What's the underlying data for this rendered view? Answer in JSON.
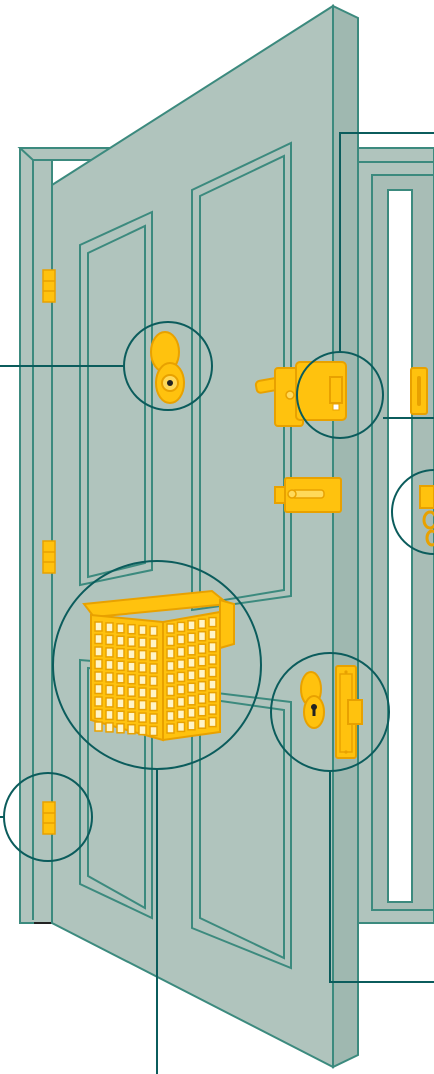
{
  "diagram": {
    "subject": "open-door-security-hardware",
    "colors": {
      "door_fill": "#b0c4bd",
      "door_stroke": "#3c8a7e",
      "door_edge": "#9fb8b0",
      "hardware_fill": "#ffc20e",
      "hardware_stroke": "#e8a100",
      "callout_stroke": "#0b5c5c",
      "background": "#ffffff"
    },
    "callouts": [
      {
        "id": "door-viewer",
        "icon": "door-viewer-icon"
      },
      {
        "id": "rim-lock",
        "icon": "rim-lock-icon"
      },
      {
        "id": "door-chain",
        "icon": "door-chain-icon"
      },
      {
        "id": "letter-box-cage",
        "icon": "letter-cage-icon"
      },
      {
        "id": "hinge-bolt",
        "icon": "hinge-icon"
      },
      {
        "id": "mortice-lock",
        "icon": "mortice-lock-icon"
      }
    ],
    "hardware": [
      {
        "id": "door-bolt",
        "icon": "barrel-bolt-icon"
      },
      {
        "id": "hinges",
        "icon": "hinge-icon",
        "count": 3
      },
      {
        "id": "keep-plate",
        "icon": "keep-icon"
      }
    ]
  }
}
